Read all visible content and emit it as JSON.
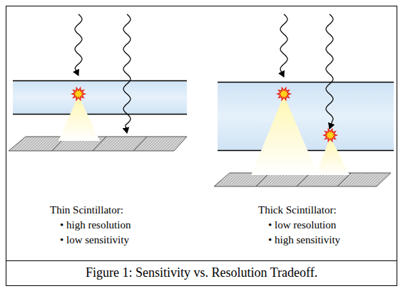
{
  "diagram": {
    "caption": "Figure 1: Sensitivity vs. Resolution Tradeoff.",
    "labels": [
      "Thin Scintillator:",
      "• high resolution",
      "• low sensitivity",
      "Thick Scintillator:",
      "• low resolution",
      "• high sensitivity"
    ]
  }
}
